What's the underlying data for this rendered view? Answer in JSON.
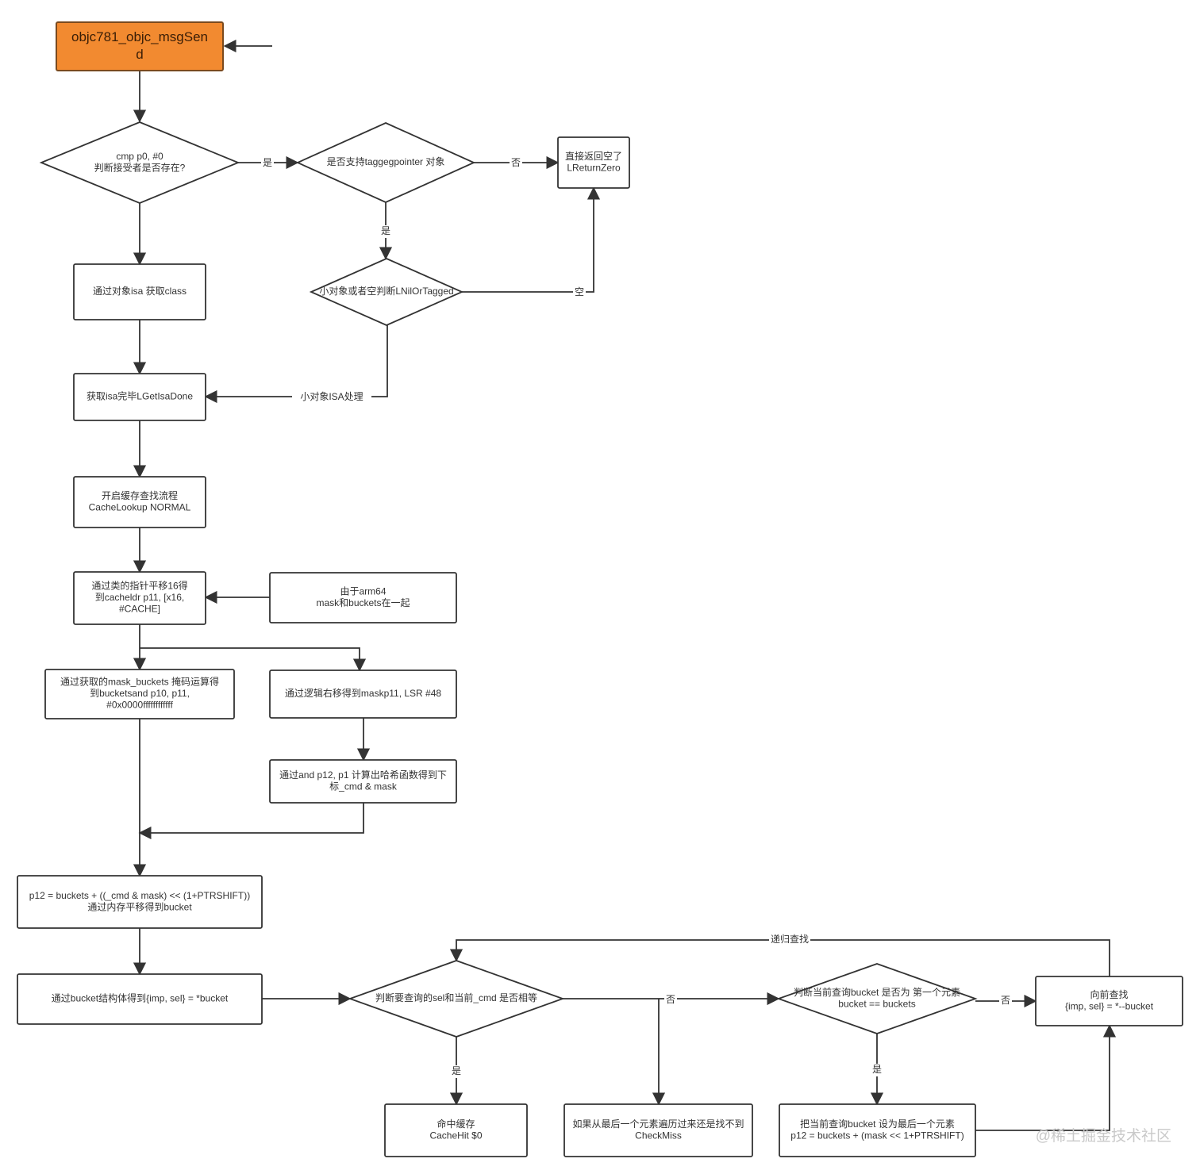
{
  "colors": {
    "start_fill": "#f28a30",
    "start_stroke": "#7a4a1e",
    "line": "#333333",
    "node_fill": "#ffffff"
  },
  "nodes": {
    "start": [
      "objc781_objc_msgSen",
      "d"
    ],
    "check_receiver": [
      "cmp p0, #0",
      "判断接受者是否存在?"
    ],
    "tagged_support": [
      "是否支持taggegpointer 对象"
    ],
    "return_zero": [
      "直接返回空了",
      "LReturnZero"
    ],
    "get_class": [
      "通过对象isa 获取class"
    ],
    "nil_or_tagged": [
      "小对象或者空判断LNilOrTagged"
    ],
    "get_isa_done": [
      "获取isa完毕LGetIsaDone"
    ],
    "cache_lookup": [
      "开启缓存查找流程",
      "CacheLookup NORMAL"
    ],
    "class_ptr_shift": [
      "通过类的指针平移16得",
      "到cacheldr p11, [x16,",
      "#CACHE]"
    ],
    "arm64_note": [
      "由于arm64",
      "mask和buckets在一起"
    ],
    "mask_buckets": [
      "通过获取的mask_buckets 掩码运算得",
      "到bucketsand p10, p11,",
      "#0x0000ffffffffffff"
    ],
    "logic_shift": [
      "通过逻辑右移得到maskp11, LSR #48"
    ],
    "hash_index": [
      "通过and p12, p1 计算出哈希函数得到下",
      "标_cmd & mask"
    ],
    "bucket_offset": [
      "p12 = buckets + ((_cmd & mask) << (1+PTRSHIFT))",
      "通过内存平移得到bucket"
    ],
    "bucket_struct": [
      "通过bucket结构体得到{imp, sel} = *bucket"
    ],
    "sel_compare": [
      "判断要查询的sel和当前_cmd 是否相等"
    ],
    "first_element": [
      "判断当前查询bucket 是否为 第一个元素",
      "bucket == buckets"
    ],
    "forward_search": [
      "向前查找",
      "{imp, sel} = *--bucket"
    ],
    "cache_hit": [
      "命中缓存",
      "CacheHit $0"
    ],
    "check_miss": [
      "如果从最后一个元素遍历过来还是找不到",
      "CheckMiss"
    ],
    "set_last": [
      "把当前查询bucket 设为最后一个元素",
      "p12 = buckets + (mask << 1+PTRSHIFT)"
    ]
  },
  "edge_labels": {
    "yes_1": "是",
    "no_1": "否",
    "yes_2": "是",
    "empty": "空",
    "small_isa": "小对象ISA处理",
    "no_2": "否",
    "no_3": "否",
    "yes_3": "是",
    "yes_4": "是",
    "recursive": "递归查找"
  },
  "watermark": "@稀土掘金技术社区"
}
